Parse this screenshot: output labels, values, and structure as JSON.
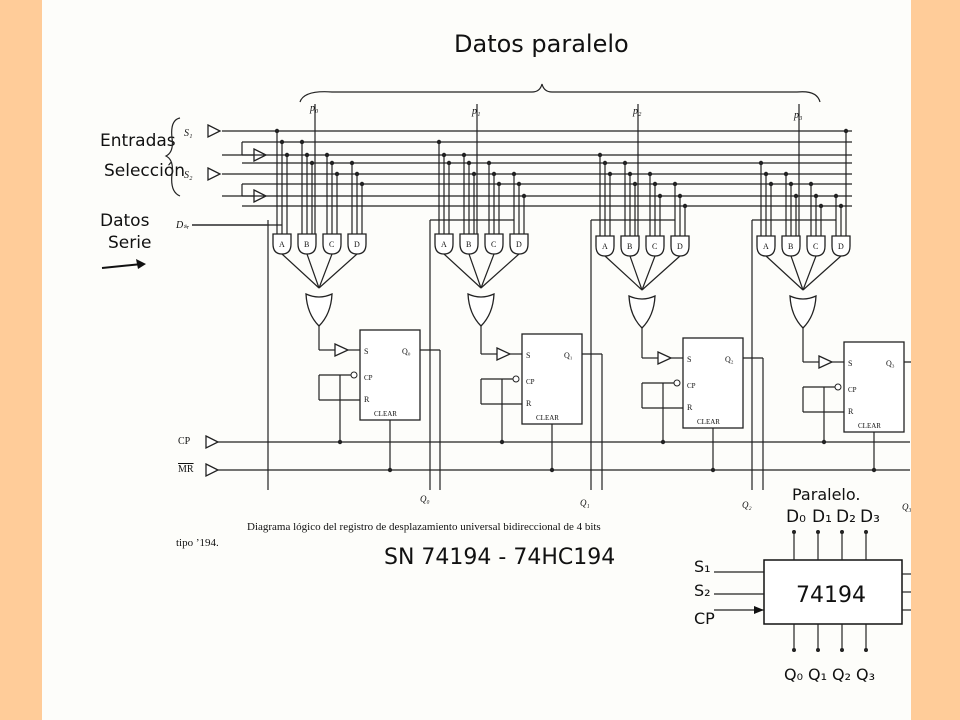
{
  "title": "Datos paralelo",
  "parallel_inputs": [
    "p₀",
    "p₁",
    "p₂",
    "p₃"
  ],
  "side_labels": {
    "entradas": "Entradas",
    "seleccion": "Selección",
    "datos": "Datos",
    "serie": "Serie"
  },
  "signals": {
    "s1": "S₁",
    "s2": "S₂",
    "dsr": "Dₛᵣ",
    "cp": "CP",
    "mr": "MR"
  },
  "gate_inputs": [
    "A",
    "B",
    "C",
    "D"
  ],
  "flipflop": {
    "s": "S",
    "cp": "CP",
    "r": "R",
    "clear": "CLEAR"
  },
  "q_labels": [
    "Q₀",
    "Q₁",
    "Q₂",
    "Q₃"
  ],
  "outputs": [
    "Q₀",
    "Q₁",
    "Q₂",
    "Q₃"
  ],
  "caption_line1": "Diagrama lógico del registro de desplazamiento universal bidireccional de 4 bits",
  "caption_line2": "tipo ’194.",
  "part_number": "SN 74194 - 74HC194",
  "chip": {
    "parallel_label": "Paralelo.",
    "top_pins": [
      "D₀",
      "D₁",
      "D₂",
      "D₃"
    ],
    "name": "74194",
    "left_pins": [
      "S₁",
      "S₂",
      "CP"
    ],
    "bottom_pins": [
      "Q₀",
      "Q₁",
      "Q₂",
      "Q₃"
    ]
  }
}
